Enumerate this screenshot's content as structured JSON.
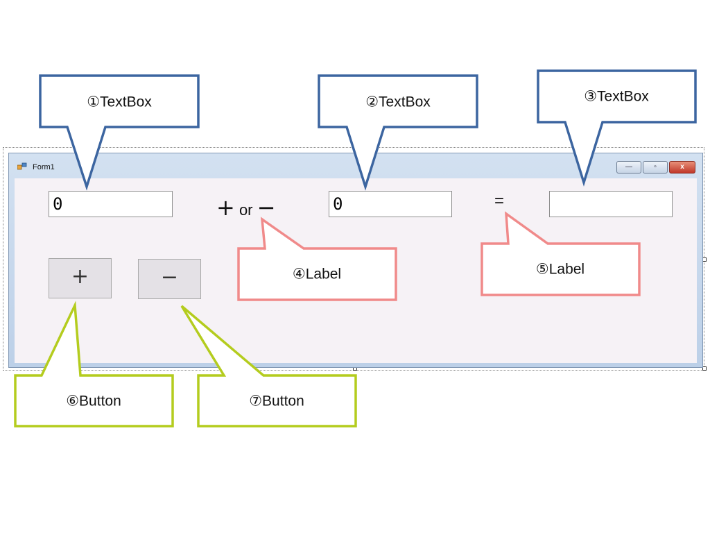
{
  "window": {
    "title": "Form1",
    "minimize_glyph": "—",
    "maximize_glyph": "▫",
    "close_glyph": "x"
  },
  "controls": {
    "textbox1_value": "0",
    "textbox2_value": "0",
    "textbox3_value": "",
    "operator_label_plus": "+",
    "operator_label_or": "or",
    "operator_label_minus": "−",
    "equals_label": "=",
    "plus_button_label": "+",
    "minus_button_label": "−"
  },
  "annotations": {
    "textbox1": "①TextBox",
    "textbox2": "②TextBox",
    "textbox3": "③TextBox",
    "label4": "④Label",
    "label5": "⑤Label",
    "button6": "⑥Button",
    "button7": "⑦Button"
  },
  "colors": {
    "textbox_callout": "#3c65a0",
    "label_callout": "#f08a8a",
    "button_callout": "#b4cc1e"
  }
}
